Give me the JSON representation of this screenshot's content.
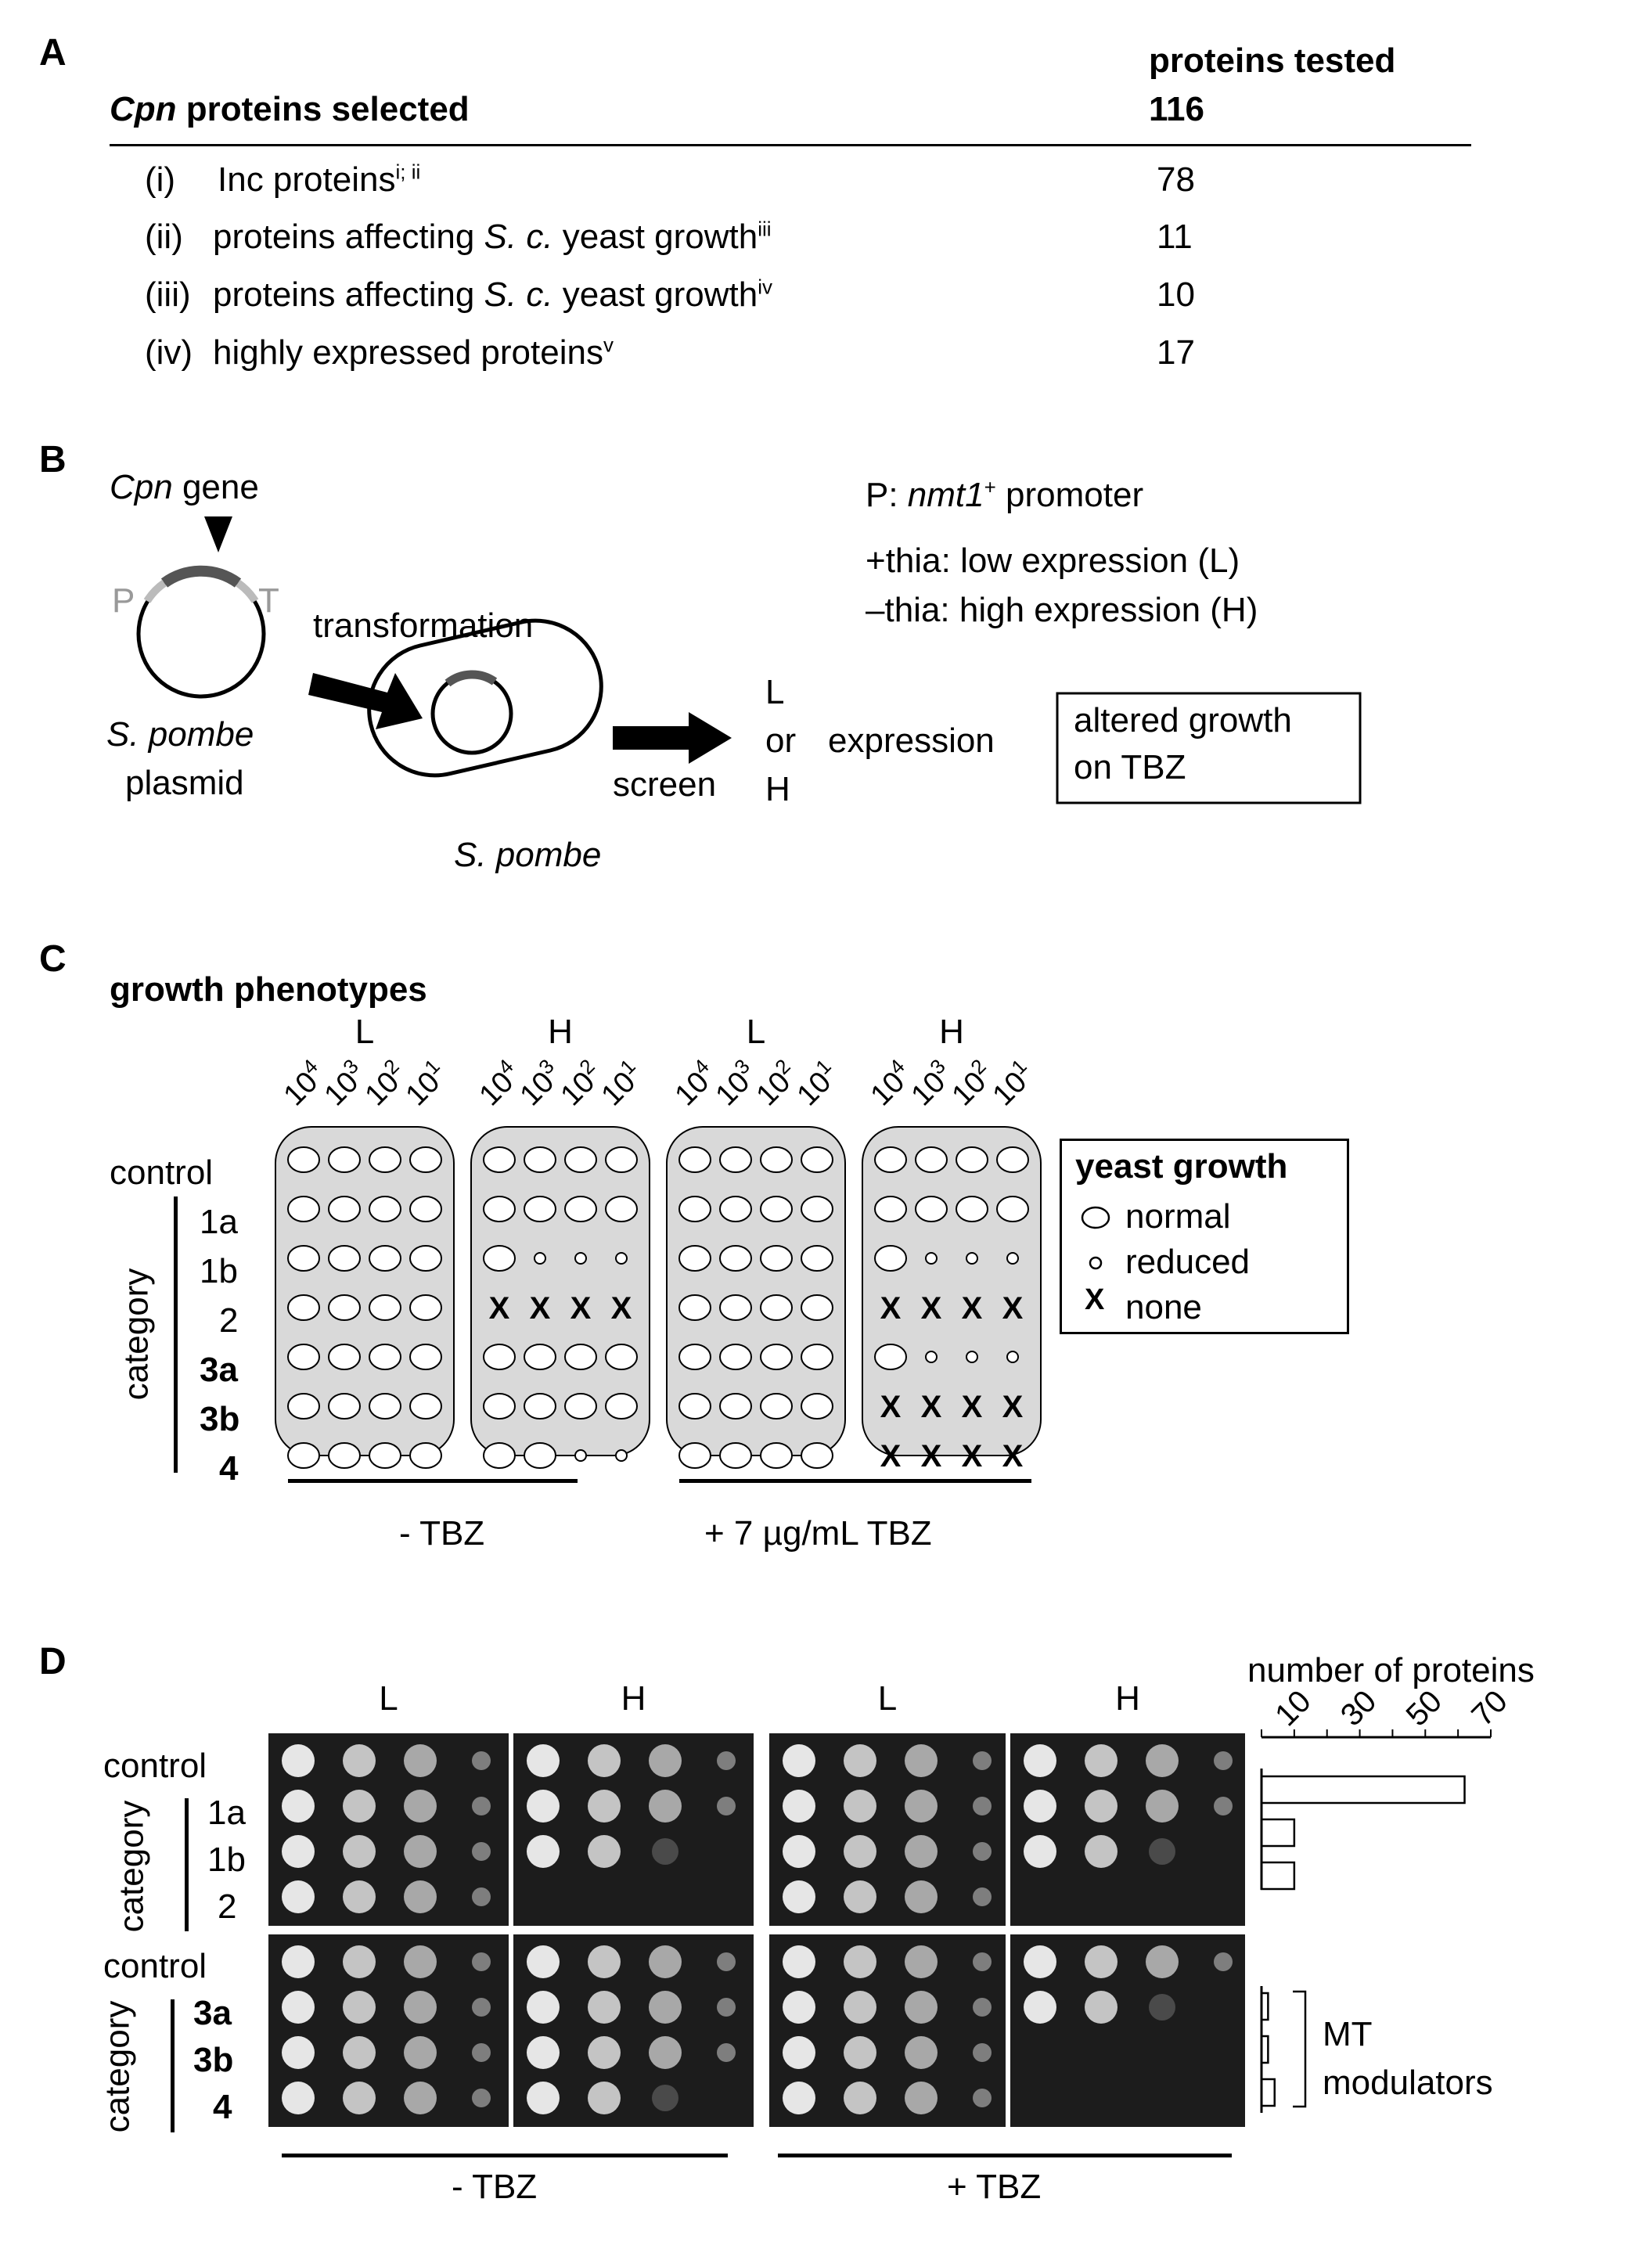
{
  "panelA": {
    "label": "A",
    "header_left": "proteins selected",
    "header_left_italic": "Cpn",
    "header_right_1": "proteins tested",
    "header_right_2": "116",
    "rows": [
      {
        "num": "(i)",
        "pre": "Inc proteins",
        "italic": "",
        "post": "",
        "sup": "i; ii",
        "count": "78"
      },
      {
        "num": "(ii)",
        "pre": "proteins affecting ",
        "italic": "S. c.",
        "post": " yeast growth",
        "sup": "iii",
        "count": "11"
      },
      {
        "num": "(iii)",
        "pre": "proteins affecting ",
        "italic": "S. c.",
        "post": " yeast growth",
        "sup": "iv",
        "count": "10"
      },
      {
        "num": "(iv)",
        "pre": "highly expressed proteins",
        "italic": "",
        "post": "",
        "sup": "v",
        "count": "17"
      }
    ]
  },
  "panelB": {
    "label": "B",
    "gene_italic": "Cpn",
    "gene": "gene",
    "P": "P",
    "T": "T",
    "plasmid_1": "S. pombe",
    "plasmid_2": "plasmid",
    "transformation": "transformation",
    "cell_label": "S. pombe",
    "screen": "screen",
    "L": "L",
    "or": "or",
    "H": "H",
    "expression": "expression",
    "box_1": "altered growth",
    "box_2": "on TBZ",
    "promoter_pre": "P: ",
    "promoter_italic": "nmt1",
    "promoter_sup": "+",
    "promoter_post": " promoter",
    "thia_low": "+thia: low expression (L)",
    "thia_high": "–thia: high expression (H)"
  },
  "panelC": {
    "label": "C",
    "title": "growth phenotypes",
    "plates": [
      {
        "header": "L",
        "rows": [
          "nnnn",
          "nnnn",
          "nnnn",
          "nnnn",
          "nnnn",
          "nnnn",
          "nnnn"
        ]
      },
      {
        "header": "H",
        "rows": [
          "nnnn",
          "nnnn",
          "nrrr",
          "xxxx",
          "nnnn",
          "nnnn",
          "nnrr"
        ]
      },
      {
        "header": "L",
        "rows": [
          "nnnn",
          "nnnn",
          "nnnn",
          "nnnn",
          "nnnn",
          "nnnn",
          "nnnn"
        ]
      },
      {
        "header": "H",
        "rows": [
          "nnnn",
          "nnnn",
          "nrrr",
          "xxxx",
          "nrrr",
          "xxxx",
          "xxxx"
        ]
      }
    ],
    "dilutions": [
      {
        "base": "10",
        "exp": "4"
      },
      {
        "base": "10",
        "exp": "3"
      },
      {
        "base": "10",
        "exp": "2"
      },
      {
        "base": "10",
        "exp": "1"
      }
    ],
    "control": "control",
    "category": "category",
    "rows": [
      "1a",
      "1b",
      "2",
      "3a",
      "3b",
      "4"
    ],
    "rows_bold": [
      false,
      false,
      false,
      true,
      true,
      true
    ],
    "minus_tbz": "- TBZ",
    "plus_tbz": "+ 7 µg/mL TBZ",
    "legend_title": "yeast growth",
    "legend_normal": "normal",
    "legend_reduced": "reduced",
    "legend_none": "none",
    "legend_x": "X"
  },
  "panelD": {
    "label": "D",
    "headers": [
      "L",
      "H",
      "L",
      "H"
    ],
    "control": "control",
    "category": "category",
    "top_rows": [
      "1a",
      "1b",
      "2"
    ],
    "bottom_rows": [
      "3a",
      "3b",
      "4"
    ],
    "minus_tbz": "- TBZ",
    "plus_tbz": "+ TBZ",
    "chart_title": "number of proteins",
    "mt_1": "MT",
    "mt_2": "modulators"
  },
  "chart_data": {
    "type": "bar",
    "orientation": "horizontal",
    "title": "number of proteins",
    "categories": [
      "1a",
      "1b",
      "2",
      "3a",
      "3b",
      "4"
    ],
    "values": [
      62,
      10,
      10,
      2,
      2,
      4
    ],
    "xticks": [
      "10",
      "30",
      "50",
      "70"
    ],
    "xlim": [
      0,
      70
    ]
  }
}
